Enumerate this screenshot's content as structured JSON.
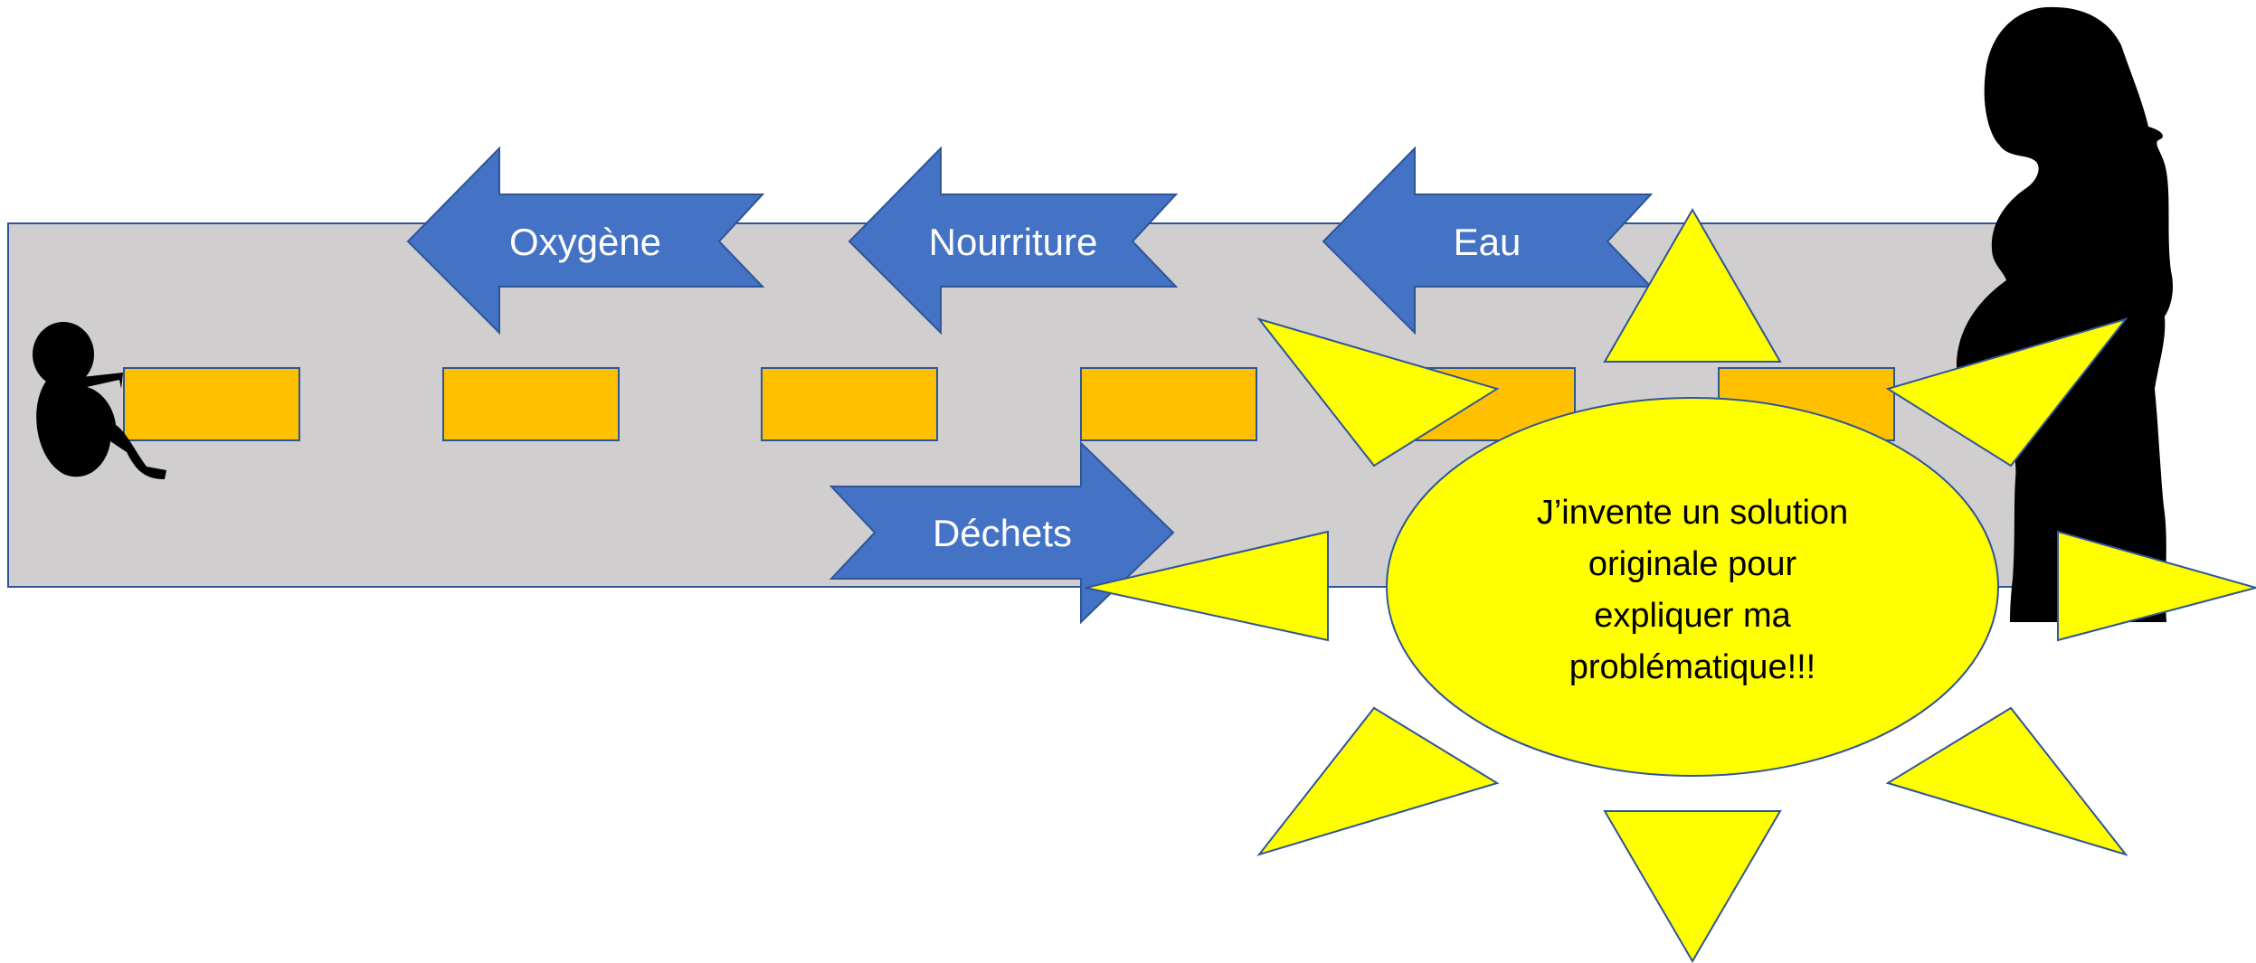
{
  "diagram": {
    "arrows_left": [
      {
        "label": "Oxygène"
      },
      {
        "label": "Nourriture"
      },
      {
        "label": "Eau"
      }
    ],
    "arrow_right": {
      "label": "Déchets"
    },
    "sun": {
      "lines": [
        "J’invente un solution",
        "originale pour",
        "expliquer ma",
        "problématique!!!"
      ]
    },
    "colors": {
      "band": "#d0cecf",
      "arrow": "#4472c4",
      "segment": "#ffc000",
      "sun": "#ffff00",
      "outline": "#2f5597",
      "silhouette": "#000000"
    }
  }
}
